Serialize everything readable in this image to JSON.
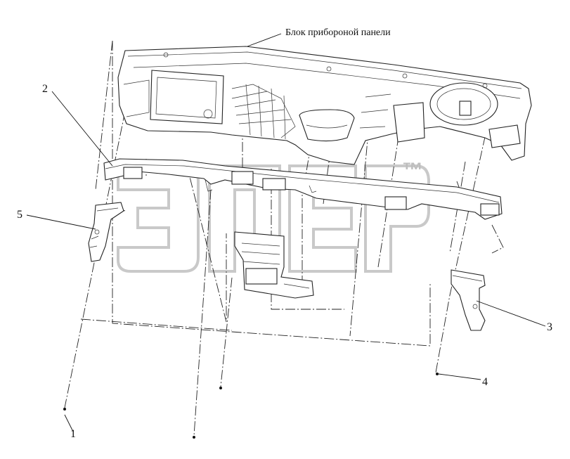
{
  "caption": "Блок приборoной панели",
  "callouts": [
    "1",
    "2",
    "3",
    "4",
    "5"
  ],
  "watermark": {
    "text": "ЭПЕР",
    "mark": "™"
  }
}
